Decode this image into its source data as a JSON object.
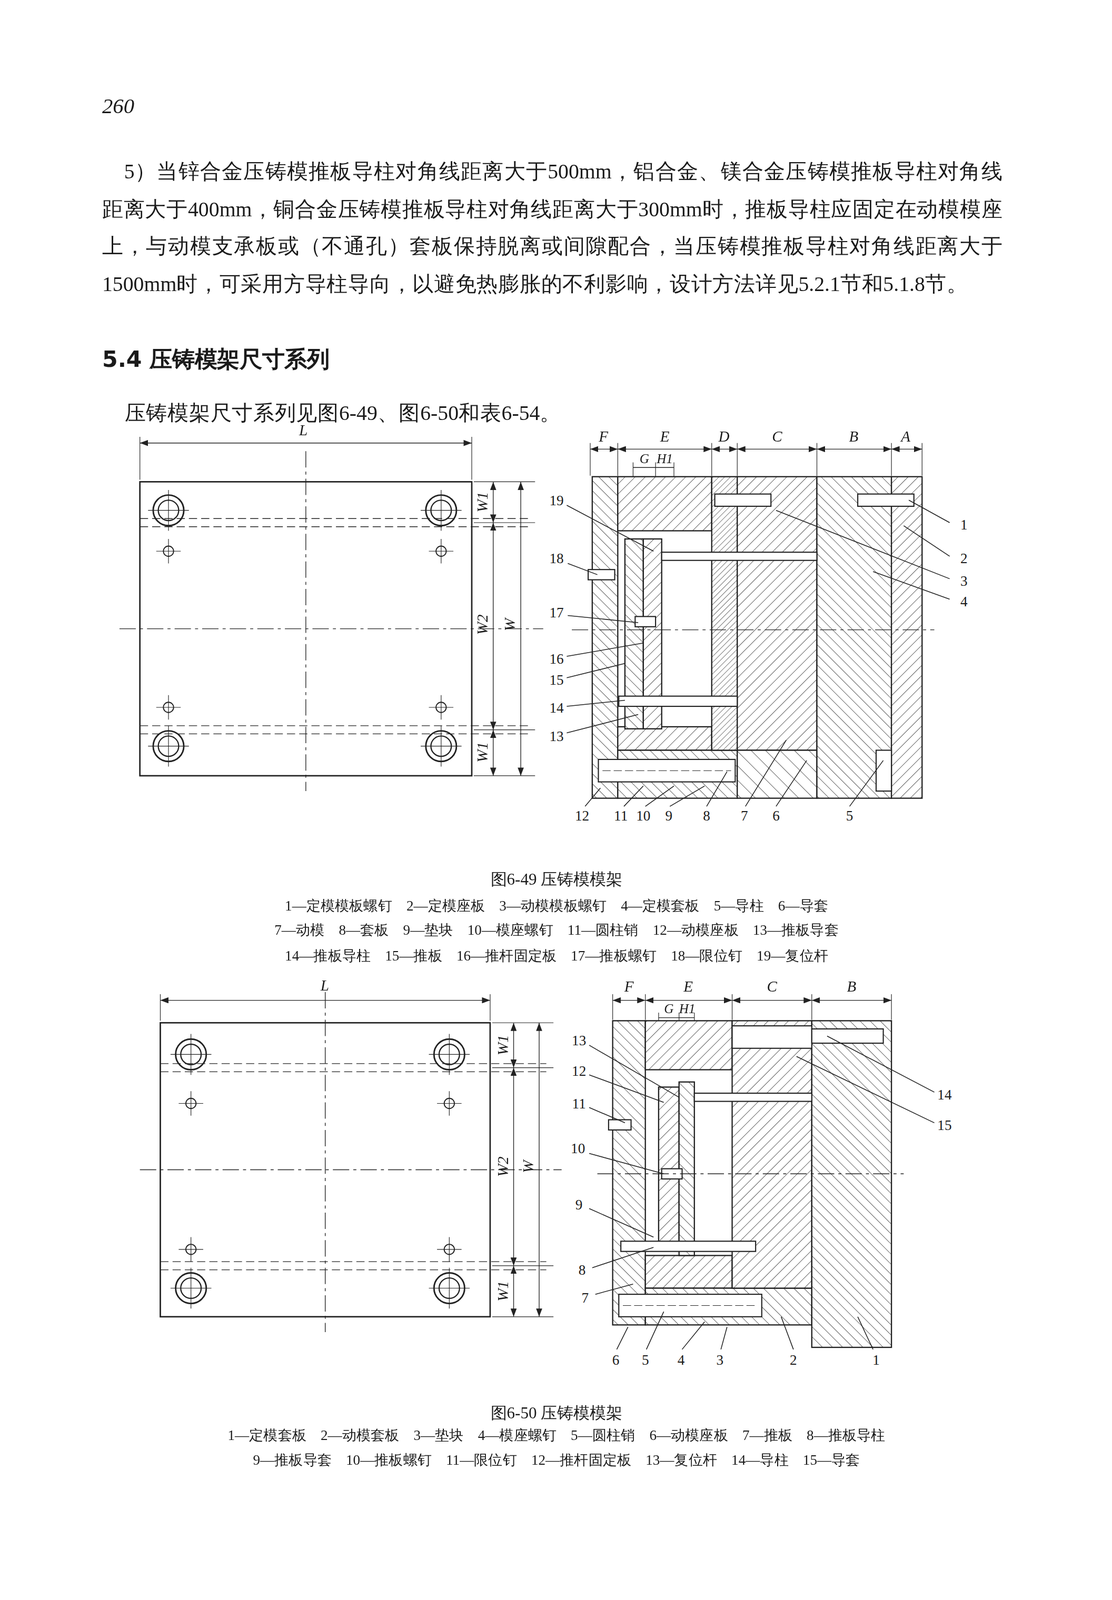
{
  "diagram": {
    "title": "5.4 压铸模架尺寸系列",
    "labels": [
      "260",
      "5）当锌合金压铸模推板导柱对角线距离大于500mm，铝合金、镁合金压铸模推板导柱对角线距离大于400mm，铜合金压铸模推板导柱对角线距离大于300mm时，推板导柱应固定在动模模座上，与动模支承板或（不通孔）套板保持脱离或间隙配合，当压铸模推板导柱对角线距离大于1500mm时，可采用方导柱导向，以避免热膨胀的不利影响，设计方法详见5.2.1节和5.1.8节。",
      "压铸模架尺寸系列见图6-49、图6-50和表6-54。",
      "L",
      "W1",
      "W2",
      "W",
      "W1",
      "F",
      "E",
      "D",
      "C",
      "B",
      "A",
      "G",
      "H1",
      "1",
      "2",
      "3",
      "4",
      "5",
      "6",
      "7",
      "8",
      "9",
      "10",
      "11",
      "12",
      "13",
      "14",
      "15",
      "16",
      "17",
      "18",
      "19",
      "图6-49 压铸模模架",
      "1—定模模板螺钉",
      "2—定模座板",
      "3—动模模板螺钉",
      "4—定模套板",
      "5—导柱",
      "6—导套",
      "7—动模",
      "8—套板",
      "9—垫块",
      "10—模座螺钉",
      "11—圆柱销",
      "12—动模座板",
      "13—推板导套",
      "14—推板导柱",
      "15—推板",
      "16—推杆固定板",
      "17—推板螺钉",
      "18—限位钉",
      "19—复位杆",
      "L",
      "W1",
      "W2",
      "W",
      "W1",
      "F",
      "E",
      "C",
      "B",
      "G",
      "H1",
      "1",
      "2",
      "3",
      "4",
      "5",
      "6",
      "7",
      "8",
      "9",
      "10",
      "11",
      "12",
      "13",
      "14",
      "15",
      "图6-50 压铸模模架",
      "1—定模套板",
      "2—动模套板",
      "3—垫块",
      "4—模座螺钉",
      "5—圆柱销",
      "6—动模座板",
      "7—推板",
      "8—推板导柱",
      "9—推板导套",
      "10—推板螺钉",
      "11—限位钉",
      "12—推杆固定板",
      "13—复位杆",
      "14—导柱",
      "15—导套"
    ]
  }
}
